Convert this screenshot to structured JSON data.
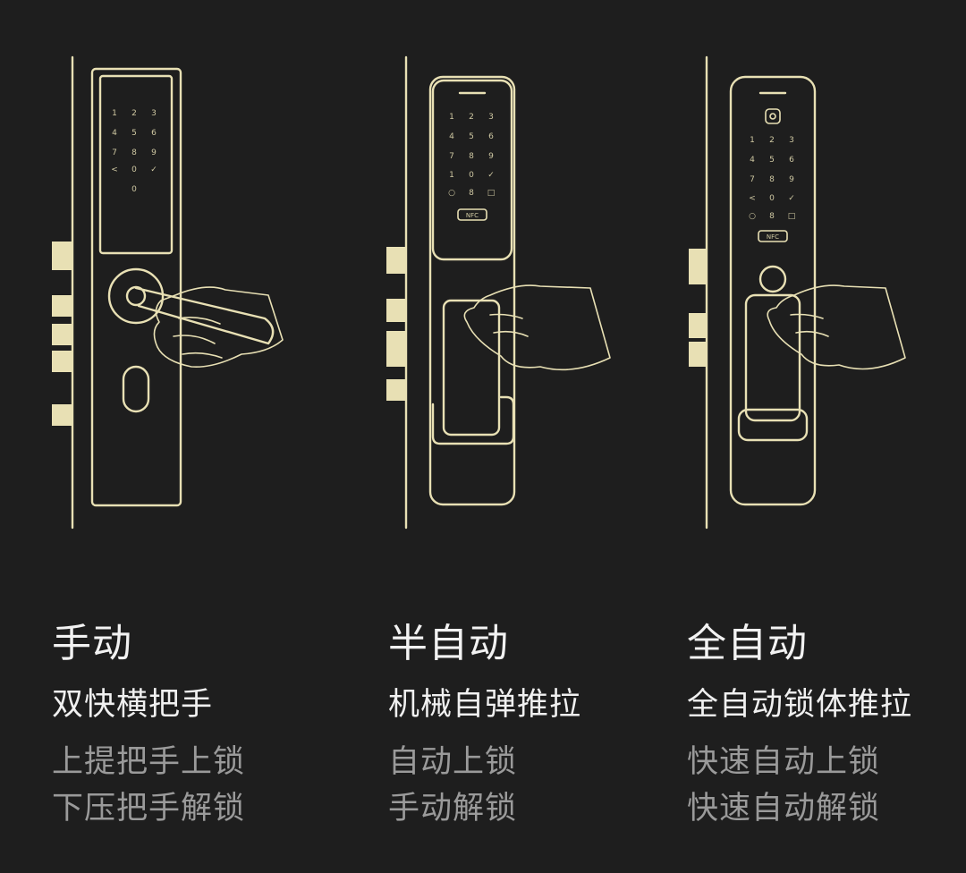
{
  "products": [
    {
      "title": "手动",
      "subtitle": "双快横把手",
      "features": [
        "上提把手上锁",
        "下压把手解锁"
      ]
    },
    {
      "title": "半自动",
      "subtitle": "机械自弹推拉",
      "features": [
        "自动上锁",
        "手动解锁"
      ]
    },
    {
      "title": "全自动",
      "subtitle": "全自动锁体推拉",
      "features": [
        "快速自动上锁",
        "快速自动解锁"
      ]
    }
  ],
  "colors": {
    "background": "#1e1e1e",
    "line_art": "#e8e0b4",
    "title_text": "#f2f2f2",
    "note_text": "#9a9a9a"
  },
  "icons": [
    "lock-manual-illustration",
    "lock-semi-auto-illustration",
    "lock-full-auto-illustration",
    "hand-icon",
    "fingerprint-icon",
    "nfc-icon"
  ]
}
